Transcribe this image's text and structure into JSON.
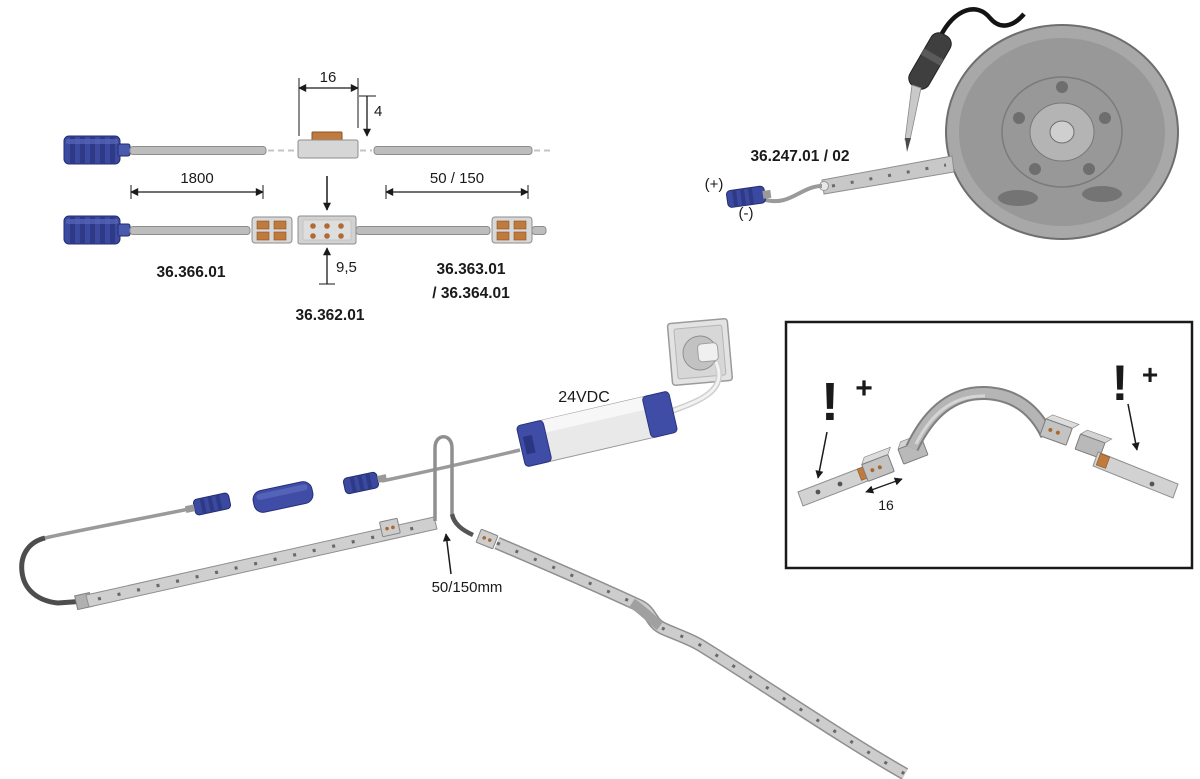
{
  "colors": {
    "connector_blue": "#3b4aa0",
    "cable_gray": "#bdbdbd",
    "copper": "#c07a3e",
    "reel_gray": "#a8a8a8",
    "strip_gray": "#cfcfcf",
    "ink": "#1a1a1a"
  },
  "dimensions_diagram": {
    "clip_width": "16",
    "strip_height": "4",
    "lead_length": "1800",
    "tail_length": "50 / 150",
    "clip_depth": "9,5",
    "part_lead_cable": "36.366.01",
    "part_clip": "36.362.01",
    "part_strip_a": "36.363.01",
    "part_strip_b": "/ 36.364.01"
  },
  "reel_diagram": {
    "part_number": "36.247.01 / 02",
    "polarity_plus": "(+)",
    "polarity_minus": "(-)"
  },
  "assembly_diagram": {
    "psu_voltage": "24VDC",
    "loop_length": "50/150mm"
  },
  "inset_diagram": {
    "warning_left": "!",
    "plus_left": "+",
    "warning_right": "!",
    "plus_right": "+",
    "gap_width": "16"
  }
}
